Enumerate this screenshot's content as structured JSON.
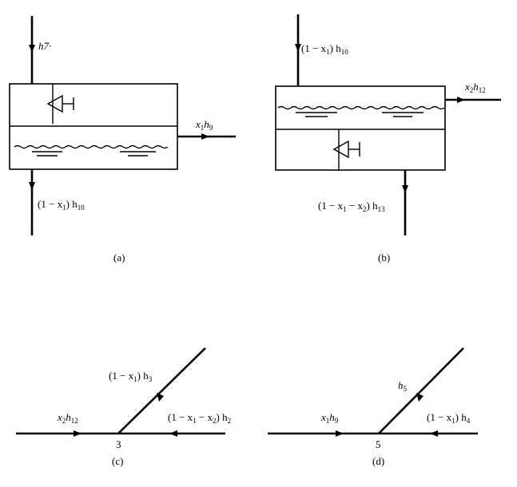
{
  "panel_a": {
    "caption": "(a)",
    "inflow_label": "h7·",
    "right_out_pre": "x",
    "right_out_sub": "1",
    "right_out_post": "h",
    "right_out_sub2": "9",
    "bottom_out_pre": "(1 − x",
    "bottom_out_sub": "1",
    "bottom_out_post": ") h",
    "bottom_out_sub2": "10"
  },
  "panel_b": {
    "caption": "(b)",
    "inflow_pre": "(1 − x",
    "inflow_sub": "1",
    "inflow_post": ") h",
    "inflow_sub2": "10",
    "right_out_pre": "x",
    "right_out_sub": "2",
    "right_out_post": "h",
    "right_out_sub2": "12",
    "bottom_out_pre": "(1 − x",
    "bottom_out_sub": "1",
    "bottom_out_mid": " − x",
    "bottom_out_sub_b": "2",
    "bottom_out_post": ") h",
    "bottom_out_sub2": "13"
  },
  "panel_c": {
    "caption": "(c)",
    "node": "3",
    "left_pre": "x",
    "left_sub": "2",
    "left_post": "h",
    "left_sub2": "12",
    "diag_pre": "(1 − x",
    "diag_sub": "1",
    "diag_post": ") h",
    "diag_sub2": "3",
    "right_pre": "(1 − x",
    "right_sub": "1",
    "right_mid": " − x",
    "right_sub_b": "2",
    "right_post": ") h",
    "right_sub2": "2"
  },
  "panel_d": {
    "caption": "(d)",
    "node": "5",
    "left_pre": "x",
    "left_sub": "1",
    "left_post": "h",
    "left_sub2": "9",
    "diag_pre": "h",
    "diag_sub": "5",
    "right_pre": "(1 − x",
    "right_sub": "1",
    "right_post": ") h",
    "right_sub2": "4"
  }
}
